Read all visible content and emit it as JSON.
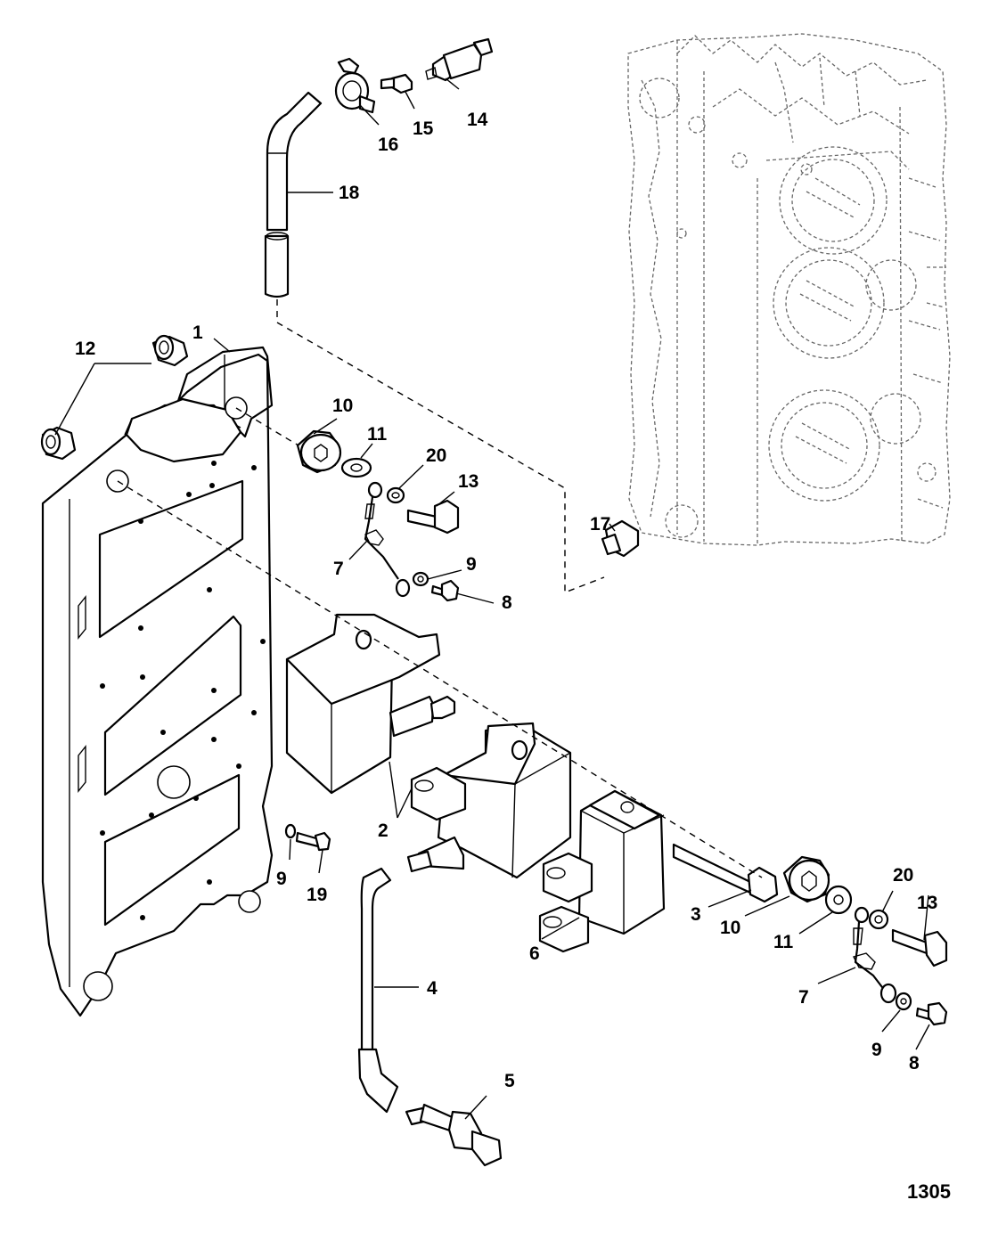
{
  "diagram": {
    "figure_number": "1305",
    "callouts": {
      "c1": "1",
      "c2": "2",
      "c3": "3",
      "c4": "4",
      "c5": "5",
      "c6": "6",
      "c7a": "7",
      "c7b": "7",
      "c8a": "8",
      "c8b": "8",
      "c9a": "9",
      "c9b": "9",
      "c9c": "9",
      "c10a": "10",
      "c10b": "10",
      "c11a": "11",
      "c11b": "11",
      "c12": "12",
      "c13a": "13",
      "c13b": "13",
      "c14": "14",
      "c15": "15",
      "c16": "16",
      "c17": "17",
      "c18": "18",
      "c19": "19",
      "c20a": "20",
      "c20b": "20"
    }
  }
}
